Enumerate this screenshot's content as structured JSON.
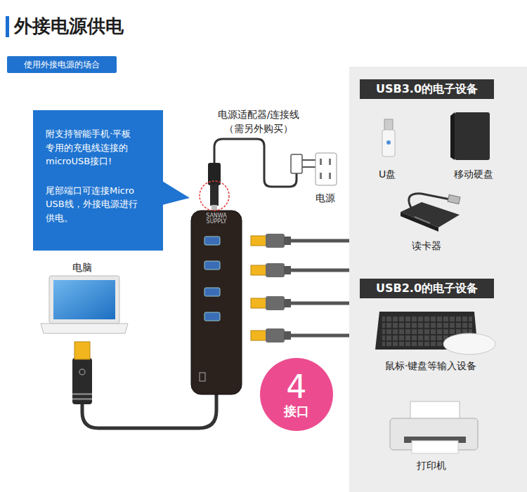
{
  "diagram": {
    "title": "外接电源供电",
    "nodes": [
      {
        "text": [
          "使用外接电源的场合"
        ]
      },
      {
        "text": [
          "USB3.0的电子设备"
        ]
      },
      {
        "text": [
          "附支持智能手机·平板 专用的充电线连接的 microUSB接口!",
          "尾部端口可连接Micro USB线，外接电源进行 供电。"
        ]
      },
      {
        "text": [
          "USB2.0的电子设备"
        ]
      },
      {
        "text": [
          "4",
          "接口"
        ]
      }
    ],
    "labels": [
      "电源适配器/连接线 （需另外购买）",
      "电源",
      "电脑",
      "SANWA SUPPLY",
      "U盘",
      "移动硬盘",
      "读卡器",
      "鼠标·键盘等输入设备",
      "打印机"
    ]
  }
}
